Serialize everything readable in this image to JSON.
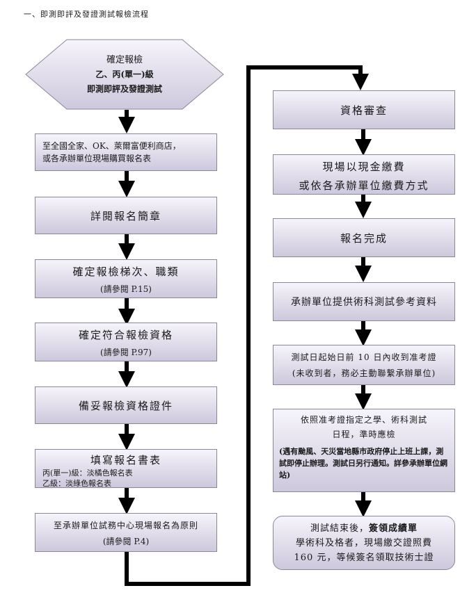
{
  "title": "一、即測即評及發證測試報檢流程",
  "start": {
    "line1": "確定報檢",
    "line2": "乙、丙(單一)級",
    "line3": "即測即評及發證測試"
  },
  "left_steps": [
    {
      "line1": "至全國全家、OK、萊爾富便利商店，",
      "line2": "或各承辦單位現場購買報名表"
    },
    {
      "line1": "詳閱報名簡章"
    },
    {
      "line1": "確定報檢梯次、職類",
      "line2": "(請參閱 P.15)"
    },
    {
      "line1": "確定符合報檢資格",
      "line2": "(請參閱 P.97)"
    },
    {
      "line1": "備妥報檢資格證件"
    },
    {
      "line1": "填寫報名書表",
      "line2": "丙(單一)級：淡橘色報名表",
      "line3": "乙級：淡綠色報名表"
    },
    {
      "line1": "至承辦單位試務中心現場報名為原則",
      "line2": "(請參閱 P.4)"
    }
  ],
  "right_steps": [
    {
      "line1": "資格審查"
    },
    {
      "line1": "現場以現金繳費",
      "line2": "或依各承辦單位繳費方式"
    },
    {
      "line1": "報名完成"
    },
    {
      "line1": "承辦單位提供術科測試參考資料"
    },
    {
      "line1": "測試日起始日前 10 日內收到准考證",
      "line2": "(未收到者，務必主動聯繫承辦單位)"
    },
    {
      "line1": "依照准考證指定之學、術科測試",
      "line2": "日程，準時應檢",
      "note": "(遇有颱風、天災當地縣市政府停止上班上課，測試即停止辦理。測試日另行通知。詳參承辦單位網站)"
    },
    {
      "line1a": "測試結束後，",
      "line1b": "簽領成績單",
      "line2": "學術科及格者，現場繳交證照費",
      "line3": "160 元，等候簽名領取技術士證"
    }
  ],
  "colors": {
    "box_top": "#f6f4fb",
    "box_bottom": "#cdc8dc",
    "border": "#8a8799",
    "arrow": "#000000"
  }
}
